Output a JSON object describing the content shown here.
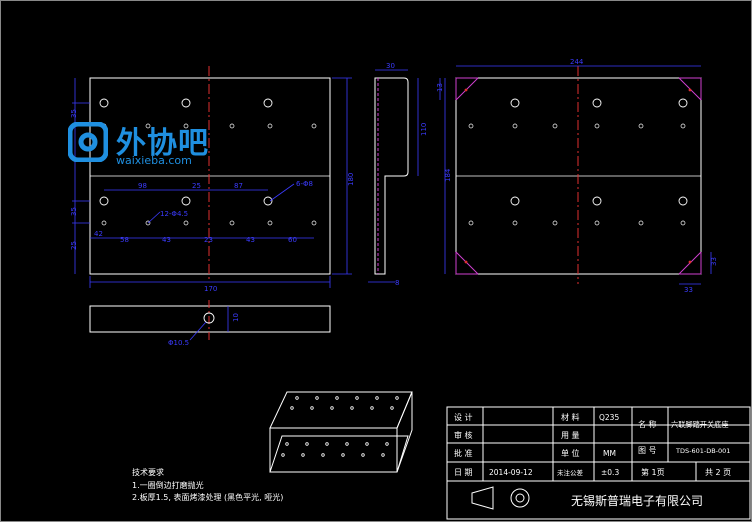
{
  "logo": {
    "main": "外协吧",
    "sub": "waixieba.com"
  },
  "front_view": {
    "dims": {
      "width": "170",
      "height": "180",
      "top_margin": "35",
      "hole_gap": "35",
      "bottom_gap": "25",
      "span_a": "98",
      "span_b": "25",
      "span_c": "87",
      "row1": "42",
      "row2": "58",
      "row3": "43",
      "row4": "23",
      "row5": "43",
      "row6": "60",
      "holes_small": "12-Φ4.5",
      "holes_large": "6-Φ8"
    }
  },
  "side_view": {
    "dims": {
      "top": "30",
      "height": "110",
      "thickness": "8"
    }
  },
  "bottom_view": {
    "dims": {
      "depth": "10",
      "hole": "Φ10.5"
    }
  },
  "right_view": {
    "dims": {
      "width": "244",
      "height": "184",
      "corner_h": "33",
      "corner_w": "33",
      "top_small": "13"
    }
  },
  "notes": {
    "title": "技术要求",
    "line1": "1.一圈倒边打磨抛光",
    "line2": "2.板厚1.5, 表面烤漆处理 (黑色平光, 哑光)"
  },
  "title_block": {
    "design": "设 计",
    "check": "审 核",
    "approve": "批 准",
    "date_label": "日 期",
    "date_value": "2014-09-12",
    "material_label": "材 料",
    "material_value": "Q235",
    "qty_label": "用 量",
    "unit_label": "单 位",
    "unit_value": "MM",
    "tol_label": "未注公差",
    "tol_value": "±0.3",
    "name_label": "名 称",
    "name_value": "六联脚踏开关底座",
    "drawing_label": "图 号",
    "drawing_value": "TDS-601-DB-001",
    "page_value": "第 1页",
    "total_value": "共 2 页",
    "company": "无锡斯普瑞电子有限公司"
  }
}
